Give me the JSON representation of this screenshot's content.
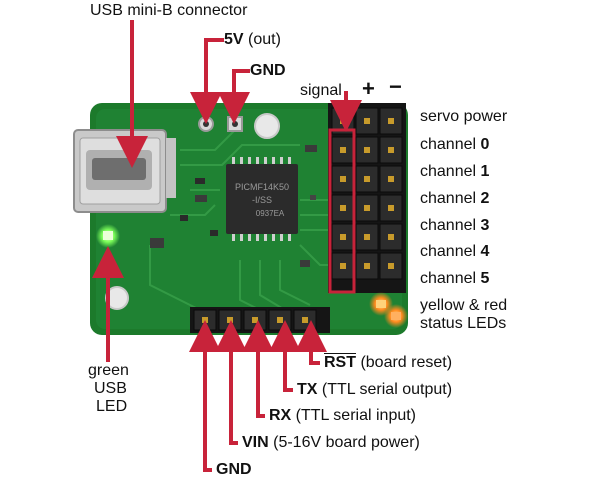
{
  "labels": {
    "usb_connector": "USB mini-B connector",
    "five_v_bold": "5V",
    "five_v_rest": " (out)",
    "gnd_top": "GND",
    "signal": "signal",
    "plus": "+",
    "minus": "−",
    "servo_power": "servo power",
    "channel_prefix": "channel ",
    "channels": [
      "0",
      "1",
      "2",
      "3",
      "4",
      "5"
    ],
    "status_leds_line1": "yellow & red",
    "status_leds_line2": "status LEDs",
    "green_led_line1": "green",
    "green_led_line2": "USB",
    "green_led_line3": "LED",
    "rst_bold": "RST",
    "rst_rest": " (board reset)",
    "tx_bold": "TX",
    "tx_rest": " (TTL serial output)",
    "rx_bold": "RX",
    "rx_rest": " (TTL serial input)",
    "vin_bold": "VIN",
    "vin_rest": " (5-16V board power)",
    "gnd_bottom": "GND"
  },
  "chip": {
    "line1": "PICMF14K50",
    "line2": "-I/SS",
    "line3": "0937EA"
  },
  "colors": {
    "pcb": "#1c7a2b",
    "arrow": "#c8233a",
    "led_green": "#7dff5a",
    "led_orange": "#ff8a1e"
  }
}
